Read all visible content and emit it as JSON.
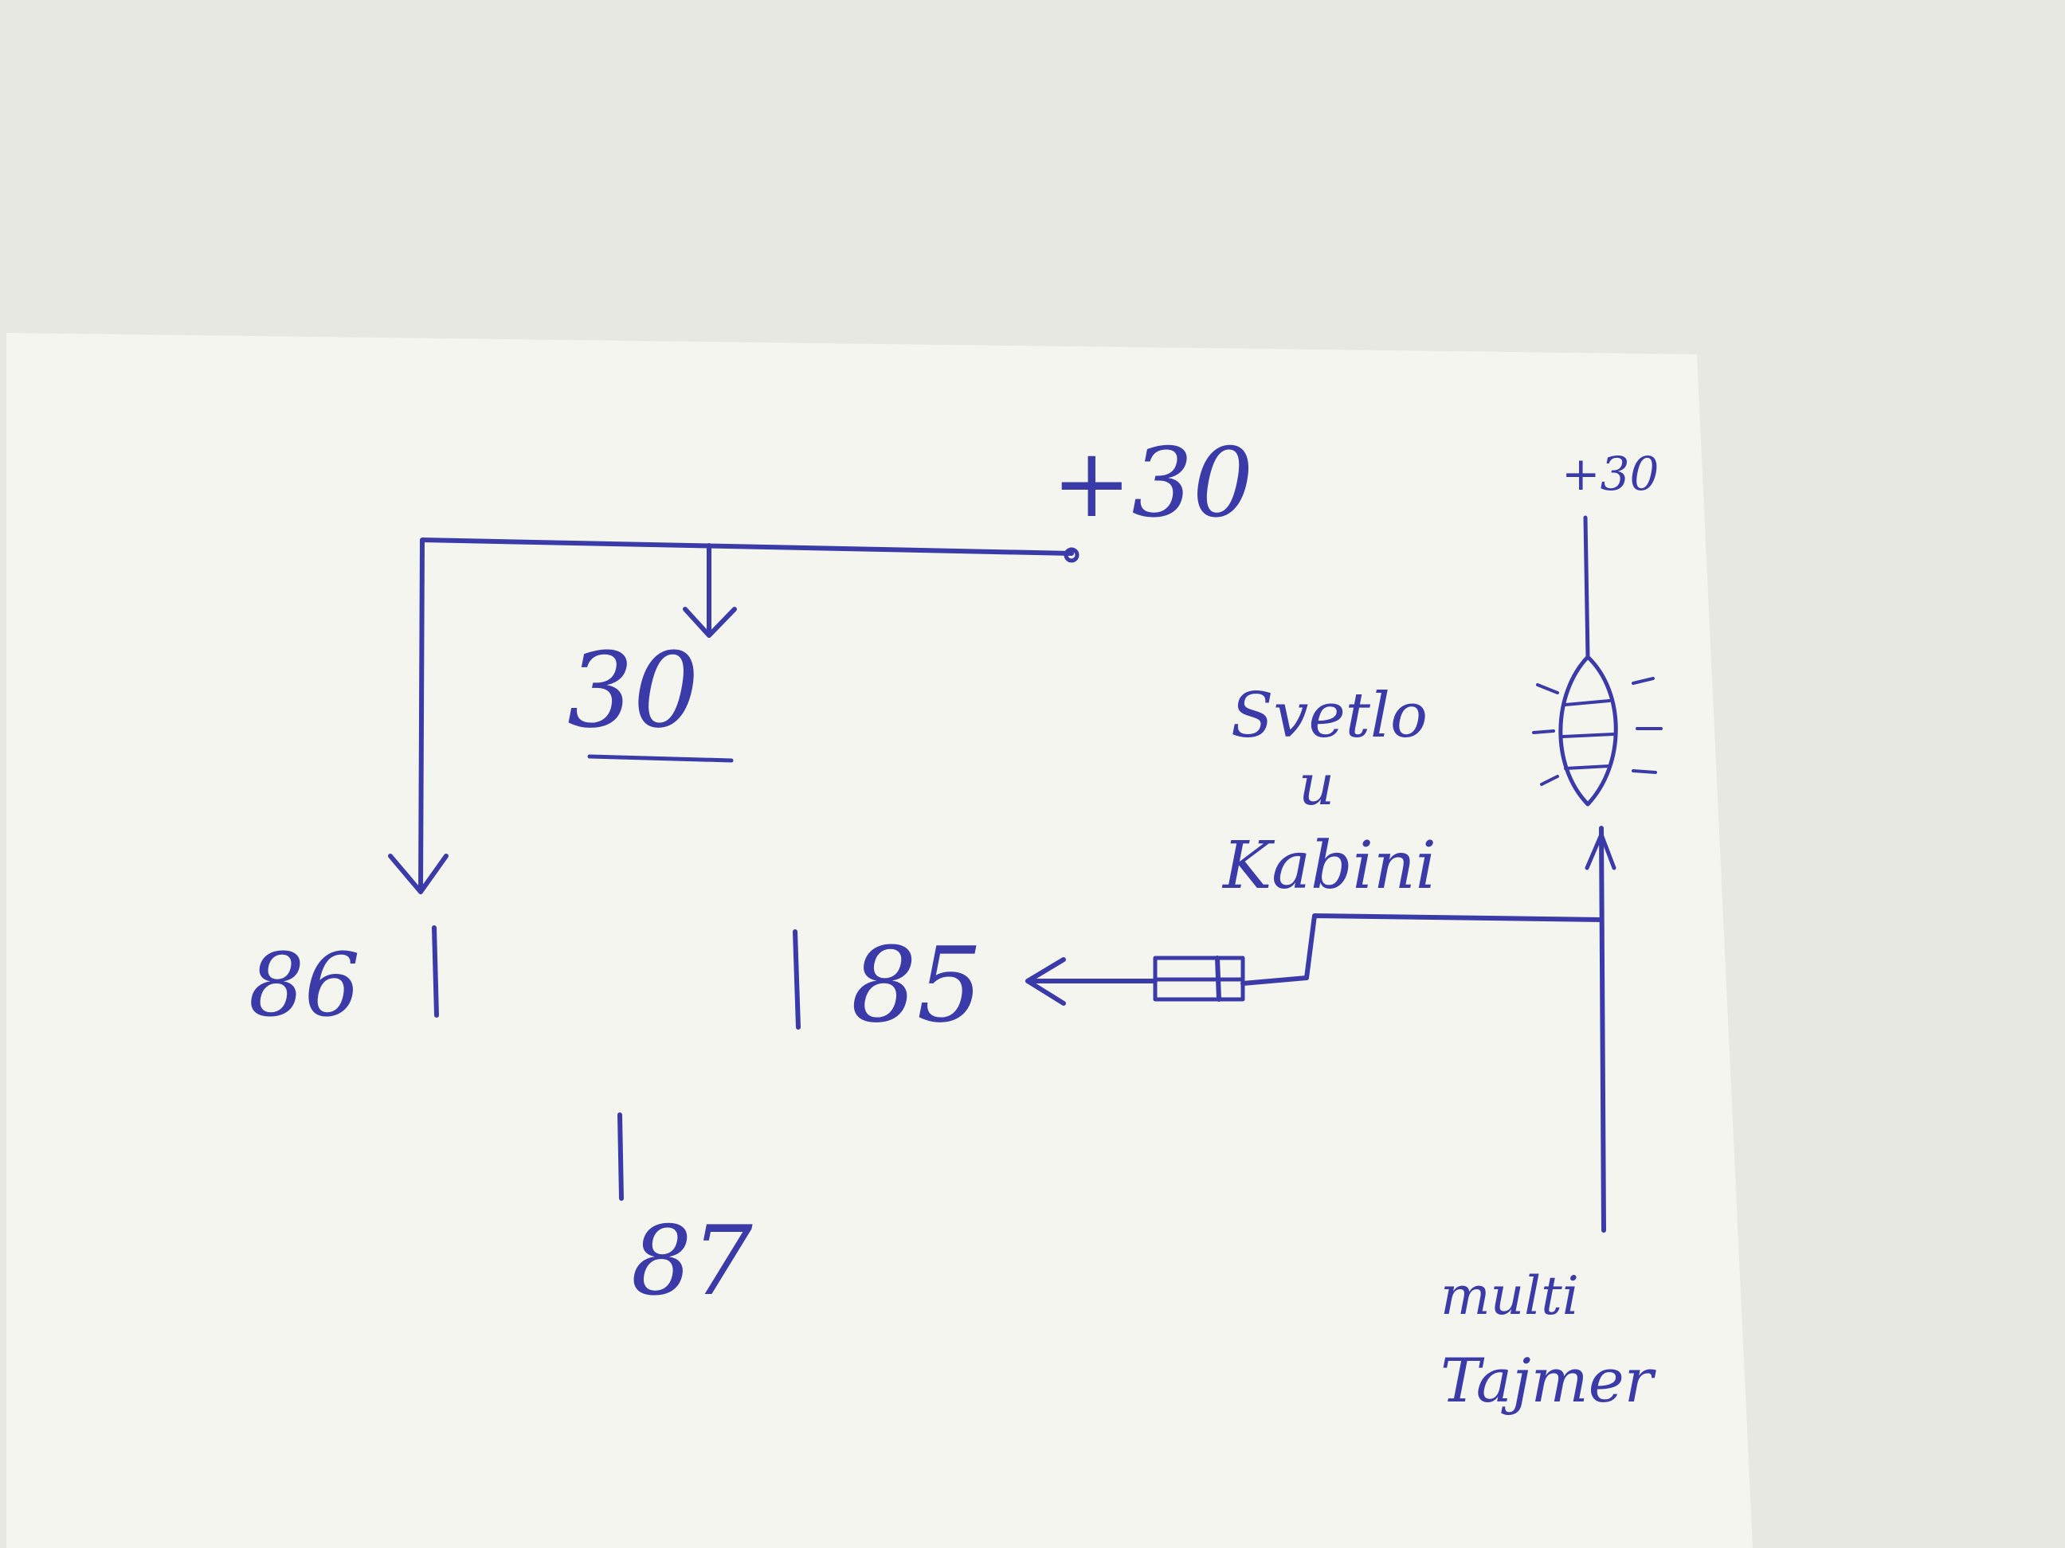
{
  "labels": {
    "plus30_top": "+30",
    "terminal_30": "30",
    "plus30_right": "+30",
    "terminal_86": "86",
    "terminal_85": "85",
    "terminal_87": "87",
    "svetlo": "Svetlo",
    "u": "u",
    "kabini": "Kabini",
    "multi": "multi",
    "tajmer": "Tajmer"
  },
  "colors": {
    "ink": "#3a3aa8",
    "paper": "#f4f5ee",
    "background": "#e6e8e1"
  }
}
